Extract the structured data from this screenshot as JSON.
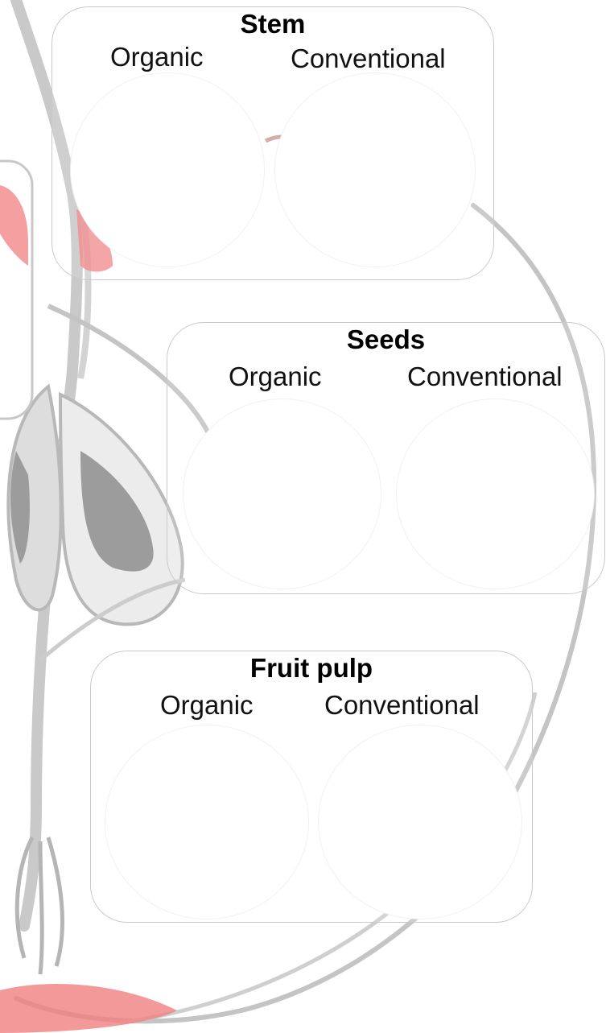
{
  "colors": {
    "sketch": "#bcbcbc",
    "fruit_outline": "#c4c4c4",
    "accent_red": "#f08080",
    "seed_fill": "#9c9c9c"
  },
  "panels": [
    {
      "title": "Stem",
      "left_label": "Organic",
      "right_label": "Conventional"
    },
    {
      "title": "Seeds",
      "left_label": "Organic",
      "right_label": "Conventional"
    },
    {
      "title": "Fruit pulp",
      "left_label": "Organic",
      "right_label": "Conventional"
    }
  ]
}
